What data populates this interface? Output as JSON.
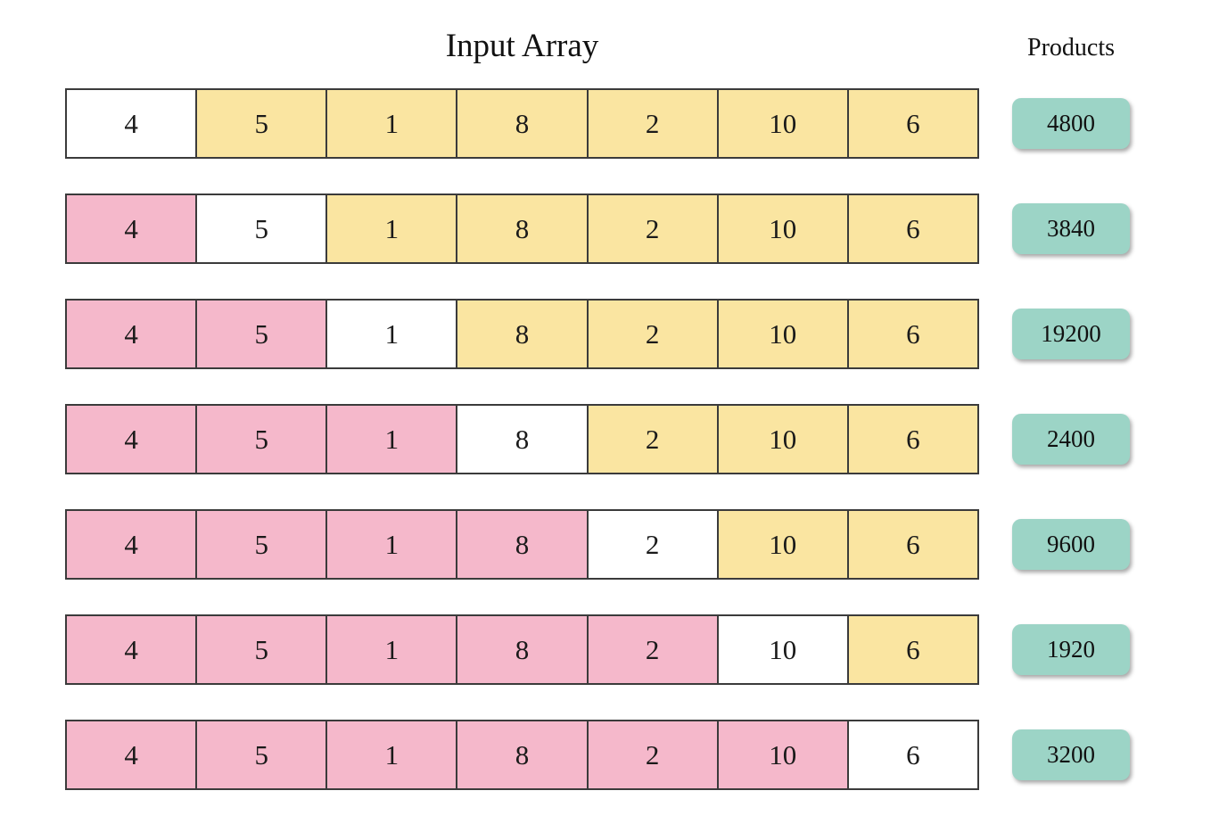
{
  "title": "Input Array",
  "products_header": "Products",
  "input_array": [
    4,
    5,
    1,
    8,
    2,
    10,
    6
  ],
  "colors": {
    "prefix_pink": "#f5b8cb",
    "current_white": "#ffffff",
    "suffix_yellow": "#fae5a1",
    "product_teal": "#9cd4c6",
    "border": "#3b3b3b"
  },
  "rows": [
    {
      "current_index": 0,
      "product": "4800",
      "cells": [
        {
          "value": "4",
          "state": "current"
        },
        {
          "value": "5",
          "state": "suffix"
        },
        {
          "value": "1",
          "state": "suffix"
        },
        {
          "value": "8",
          "state": "suffix"
        },
        {
          "value": "2",
          "state": "suffix"
        },
        {
          "value": "10",
          "state": "suffix"
        },
        {
          "value": "6",
          "state": "suffix"
        }
      ]
    },
    {
      "current_index": 1,
      "product": "3840",
      "cells": [
        {
          "value": "4",
          "state": "prefix"
        },
        {
          "value": "5",
          "state": "current"
        },
        {
          "value": "1",
          "state": "suffix"
        },
        {
          "value": "8",
          "state": "suffix"
        },
        {
          "value": "2",
          "state": "suffix"
        },
        {
          "value": "10",
          "state": "suffix"
        },
        {
          "value": "6",
          "state": "suffix"
        }
      ]
    },
    {
      "current_index": 2,
      "product": "19200",
      "cells": [
        {
          "value": "4",
          "state": "prefix"
        },
        {
          "value": "5",
          "state": "prefix"
        },
        {
          "value": "1",
          "state": "current"
        },
        {
          "value": "8",
          "state": "suffix"
        },
        {
          "value": "2",
          "state": "suffix"
        },
        {
          "value": "10",
          "state": "suffix"
        },
        {
          "value": "6",
          "state": "suffix"
        }
      ]
    },
    {
      "current_index": 3,
      "product": "2400",
      "cells": [
        {
          "value": "4",
          "state": "prefix"
        },
        {
          "value": "5",
          "state": "prefix"
        },
        {
          "value": "1",
          "state": "prefix"
        },
        {
          "value": "8",
          "state": "current"
        },
        {
          "value": "2",
          "state": "suffix"
        },
        {
          "value": "10",
          "state": "suffix"
        },
        {
          "value": "6",
          "state": "suffix"
        }
      ]
    },
    {
      "current_index": 4,
      "product": "9600",
      "cells": [
        {
          "value": "4",
          "state": "prefix"
        },
        {
          "value": "5",
          "state": "prefix"
        },
        {
          "value": "1",
          "state": "prefix"
        },
        {
          "value": "8",
          "state": "prefix"
        },
        {
          "value": "2",
          "state": "current"
        },
        {
          "value": "10",
          "state": "suffix"
        },
        {
          "value": "6",
          "state": "suffix"
        }
      ]
    },
    {
      "current_index": 5,
      "product": "1920",
      "cells": [
        {
          "value": "4",
          "state": "prefix"
        },
        {
          "value": "5",
          "state": "prefix"
        },
        {
          "value": "1",
          "state": "prefix"
        },
        {
          "value": "8",
          "state": "prefix"
        },
        {
          "value": "2",
          "state": "prefix"
        },
        {
          "value": "10",
          "state": "current"
        },
        {
          "value": "6",
          "state": "suffix"
        }
      ]
    },
    {
      "current_index": 6,
      "product": "3200",
      "cells": [
        {
          "value": "4",
          "state": "prefix"
        },
        {
          "value": "5",
          "state": "prefix"
        },
        {
          "value": "1",
          "state": "prefix"
        },
        {
          "value": "8",
          "state": "prefix"
        },
        {
          "value": "2",
          "state": "prefix"
        },
        {
          "value": "10",
          "state": "prefix"
        },
        {
          "value": "6",
          "state": "current"
        }
      ]
    }
  ]
}
